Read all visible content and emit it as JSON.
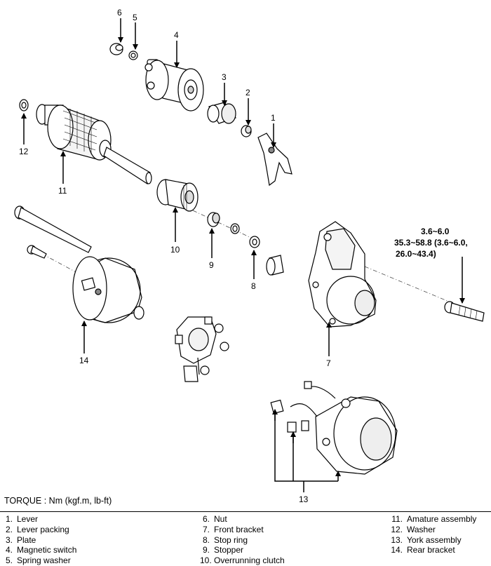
{
  "callouts": {
    "c1": "1",
    "c2": "2",
    "c3": "3",
    "c4": "4",
    "c5": "5",
    "c6": "6",
    "c7": "7",
    "c8": "8",
    "c9": "9",
    "c10": "10",
    "c11": "11",
    "c12": "12",
    "c13": "13",
    "c14": "14"
  },
  "torque_spec": {
    "line1": "3.6~6.0",
    "line2": "35.3~58.8 (3.6~6.0,",
    "line3": "26.0~43.4)"
  },
  "torque_unit_label": "TORQUE : Nm (kgf.m, lb-ft)",
  "legend": [
    {
      "num": "1.",
      "label": "Lever"
    },
    {
      "num": "2.",
      "label": "Lever packing"
    },
    {
      "num": "3.",
      "label": "Plate"
    },
    {
      "num": "4.",
      "label": "Magnetic switch"
    },
    {
      "num": "5.",
      "label": "Spring washer"
    },
    {
      "num": "6.",
      "label": "Nut"
    },
    {
      "num": "7.",
      "label": "Front bracket"
    },
    {
      "num": "8.",
      "label": "Stop ring"
    },
    {
      "num": "9.",
      "label": "Stopper"
    },
    {
      "num": "10.",
      "label": "Overrunning clutch"
    },
    {
      "num": "11.",
      "label": "Amature assembly"
    },
    {
      "num": "12.",
      "label": "Washer"
    },
    {
      "num": "13.",
      "label": "York assembly"
    },
    {
      "num": "14.",
      "label": "Rear bracket"
    }
  ]
}
